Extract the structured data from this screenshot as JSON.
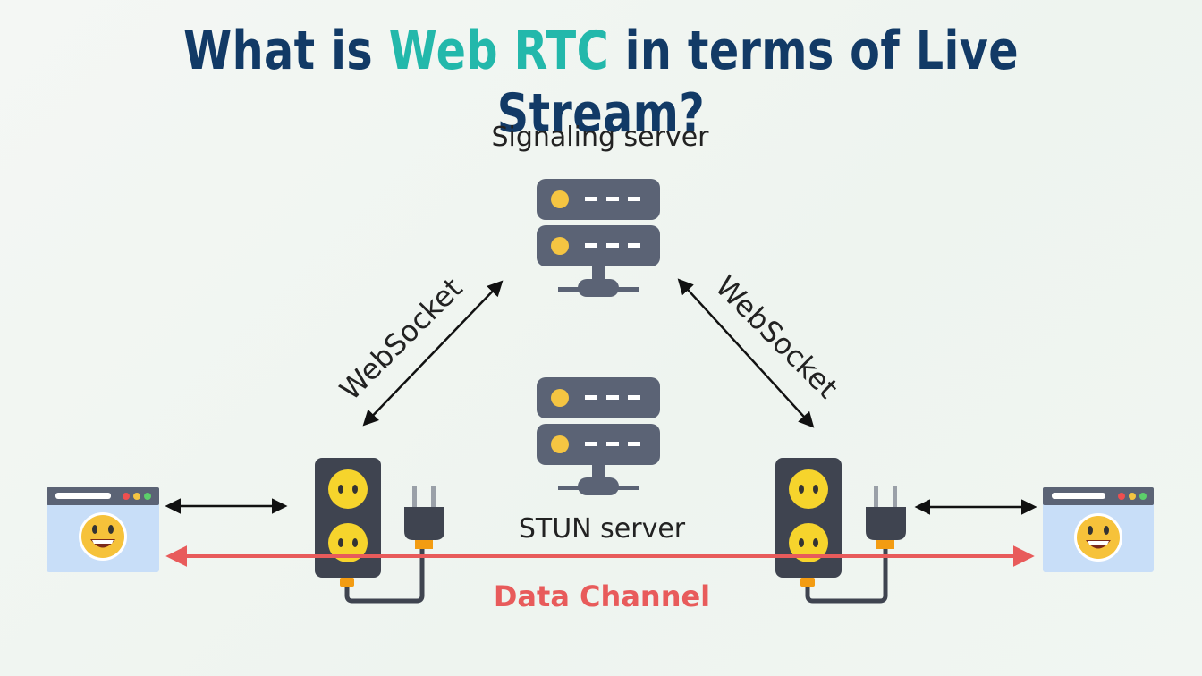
{
  "title": {
    "part1": "What is ",
    "highlight": "Web RTC",
    "part2": " in terms of Live Stream?"
  },
  "labels": {
    "signaling_server": "Signaling server",
    "stun_server": "STUN server",
    "websocket_left": "WebSocket",
    "websocket_right": "WebSocket",
    "data_channel": "Data Channel"
  },
  "colors": {
    "title": "#123a66",
    "highlight": "#23b8ab",
    "server": "#5b6375",
    "server_led": "#f5c542",
    "data_channel": "#e85b5b",
    "browser_body": "#c8def8",
    "browser_bar": "#5b6375",
    "socket_body": "#3f4450",
    "socket_face": "#f6d42c"
  },
  "icons": [
    "server-icon",
    "browser-window-icon",
    "power-strip-icon",
    "plug-icon",
    "smiley-face-icon"
  ]
}
